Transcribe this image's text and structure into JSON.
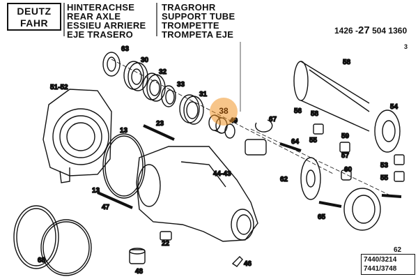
{
  "header": {
    "logo_line1": "DEUTZ",
    "logo_line2": "FAHR",
    "col1": [
      "HINTERACHSE",
      "REAR AXLE",
      "ESSIEU ARRIERE",
      "EJE TRASERO"
    ],
    "col2": [
      "TRAGROHR",
      "SUPPORT TUBE",
      "TROMPETTE",
      "TROMPETA EJE"
    ],
    "part_number_prefix": "1426 -",
    "part_number_big": "27",
    "part_number_suffix": "504 1360",
    "page_number": "3"
  },
  "highlight": {
    "label": "38",
    "color": "#f0962a"
  },
  "footer": {
    "ref_label": "62",
    "models": [
      "7440/3214",
      "7441/3748"
    ]
  },
  "part_labels": {
    "p63": "63",
    "p30": "30",
    "p32": "32",
    "p33": "33",
    "p31": "31",
    "p5152": "51-52",
    "p13a": "13",
    "p23": "23",
    "p49": "49",
    "p67": "67",
    "p58a": "58",
    "p56": "56",
    "p58b": "58",
    "p54": "54",
    "p55a": "55",
    "p64": "64",
    "p59": "59",
    "p57": "57",
    "p4443": "44-43",
    "p47": "47",
    "p13b": "13",
    "p62": "62",
    "p60": "60",
    "p53": "53",
    "p55b": "55",
    "p65": "65",
    "p22": "22",
    "p68": "68",
    "p48": "48",
    "p46": "46"
  }
}
